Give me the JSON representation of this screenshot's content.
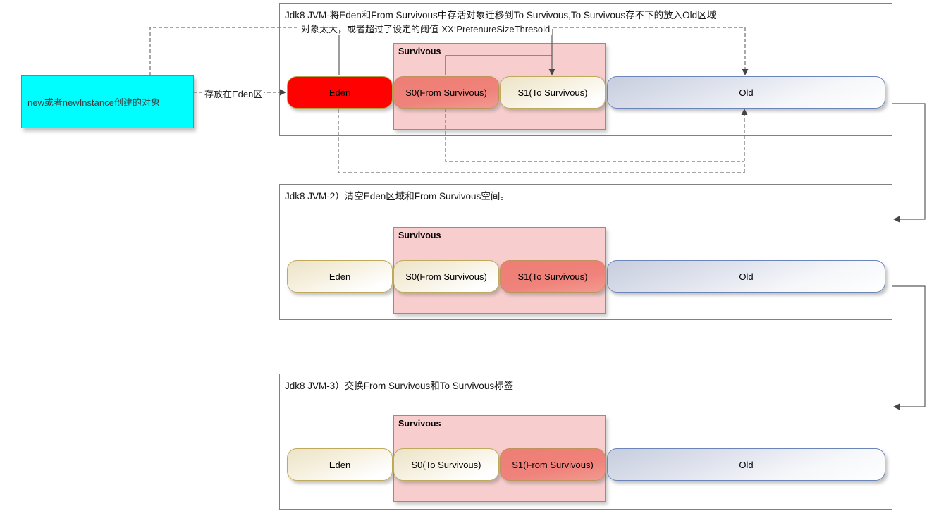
{
  "colors": {
    "cyan": "#00feff",
    "red": "#fe0100",
    "salmon": "#ef827a",
    "cream": "#ece3c7",
    "pink": "#f8cdcd",
    "old-blue": "#c7cdde",
    "warm-border": "#bfa95c",
    "old-border": "#6b85b8",
    "panel-border": "#808080",
    "line": "#5a5a5a"
  },
  "source_box": {
    "label": "new或者newInstance创建的对象"
  },
  "edge_labels": {
    "store_in_eden": "存放在Eden区",
    "pretenure_note": "对象太大，或者超过了设定的阈值-XX:PretenureSizeThresold"
  },
  "panels": [
    {
      "title": "Jdk8 JVM-将Eden和From Survivous中存活对象迁移到To Survivous,To Survivous存不下的放入Old区域",
      "survivor_label": "Survivous",
      "boxes": {
        "eden": "Eden",
        "s0": "S0(From Survivous)",
        "s1": "S1(To Survivous)",
        "old": "Old"
      }
    },
    {
      "title": "Jdk8 JVM-2）清空Eden区域和From Survivous空间。",
      "survivor_label": "Survivous",
      "boxes": {
        "eden": "Eden",
        "s0": "S0(From Survivous)",
        "s1": "S1(To Survivous)",
        "old": "Old"
      }
    },
    {
      "title": "Jdk8 JVM-3）交换From Survivous和To Survivous标签",
      "survivor_label": "Survivous",
      "boxes": {
        "eden": "Eden",
        "s0": "S0(To Survivous)",
        "s1": "S1(From Survivous)",
        "old": "Old"
      }
    }
  ]
}
